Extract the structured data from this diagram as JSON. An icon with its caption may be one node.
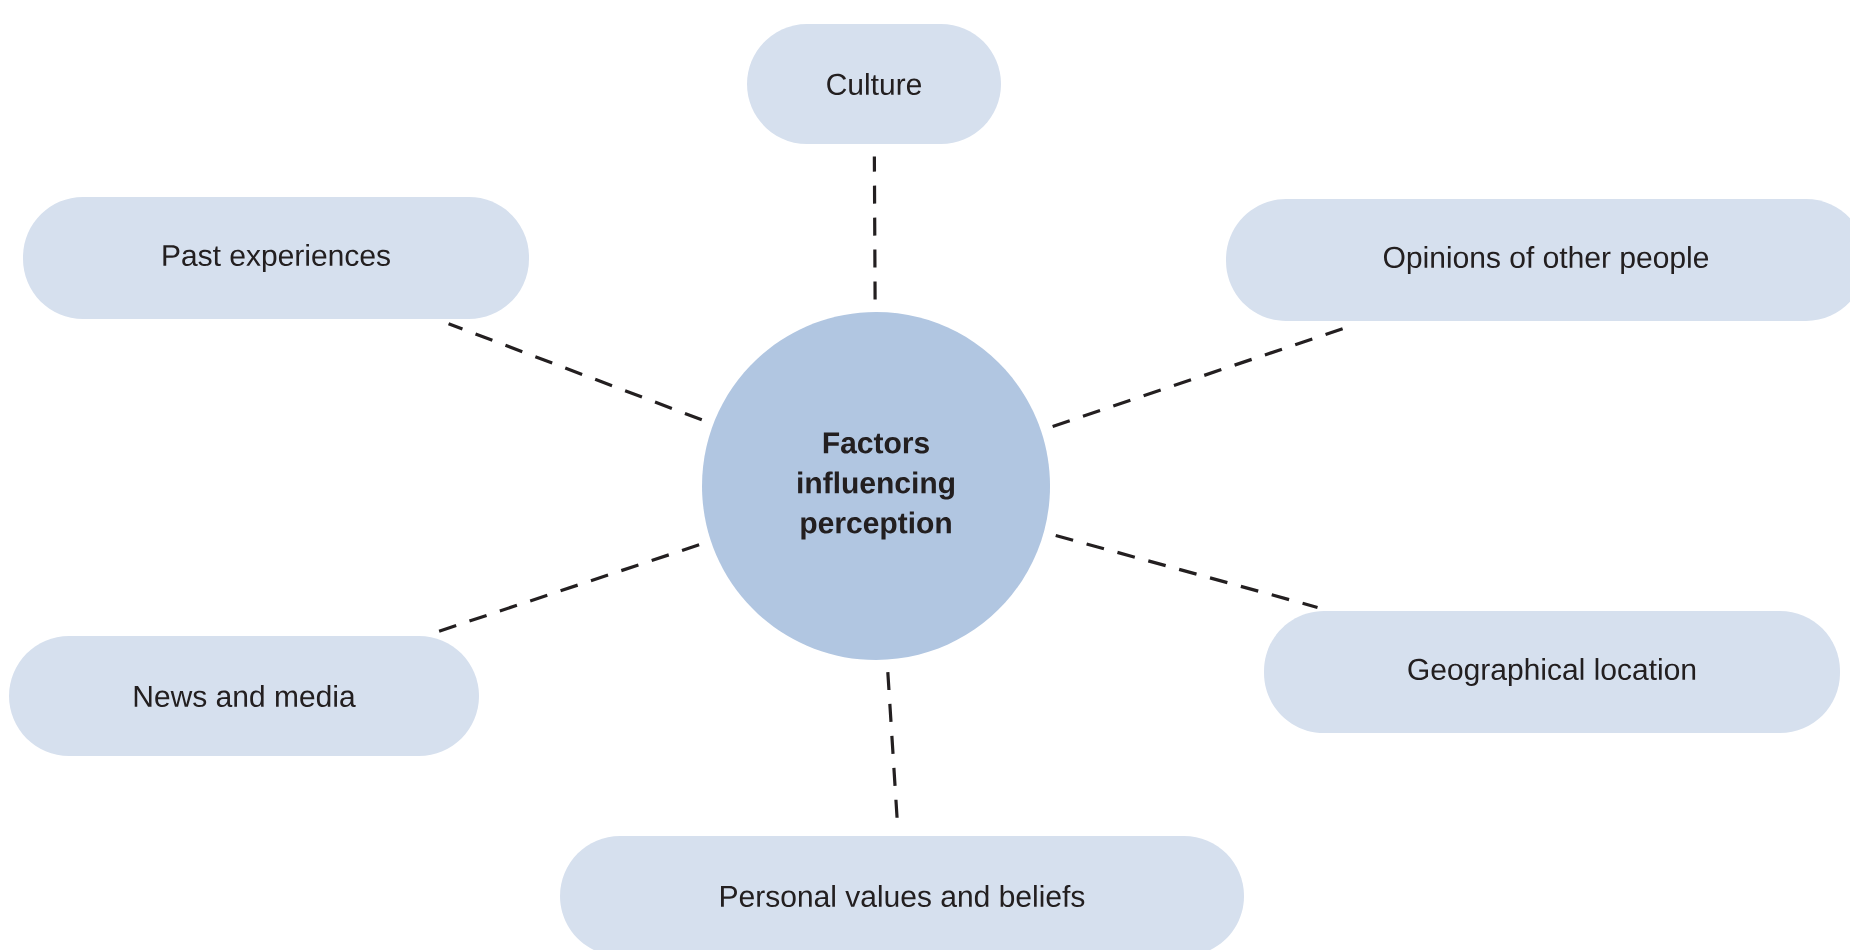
{
  "diagram": {
    "nodes": [
      {
        "text": [
          "Factors influencing perception"
        ]
      },
      {
        "text": [
          "Culture"
        ]
      },
      {
        "text": [
          "Past experiences"
        ]
      },
      {
        "text": [
          "Opinions of other people"
        ]
      },
      {
        "text": [
          "News and media"
        ]
      },
      {
        "text": [
          "Geographical location"
        ]
      },
      {
        "text": [
          "Personal values and beliefs"
        ]
      }
    ],
    "edges": [
      {
        "from": 0,
        "to": 1,
        "arrow": "none",
        "style": "dashed"
      },
      {
        "from": 0,
        "to": 2,
        "arrow": "none",
        "style": "dashed"
      },
      {
        "from": 0,
        "to": 3,
        "arrow": "none",
        "style": "dashed"
      },
      {
        "from": 0,
        "to": 4,
        "arrow": "none",
        "style": "dashed"
      },
      {
        "from": 0,
        "to": 5,
        "arrow": "none",
        "style": "dashed"
      },
      {
        "from": 0,
        "to": 6,
        "arrow": "none",
        "style": "dashed"
      }
    ]
  }
}
